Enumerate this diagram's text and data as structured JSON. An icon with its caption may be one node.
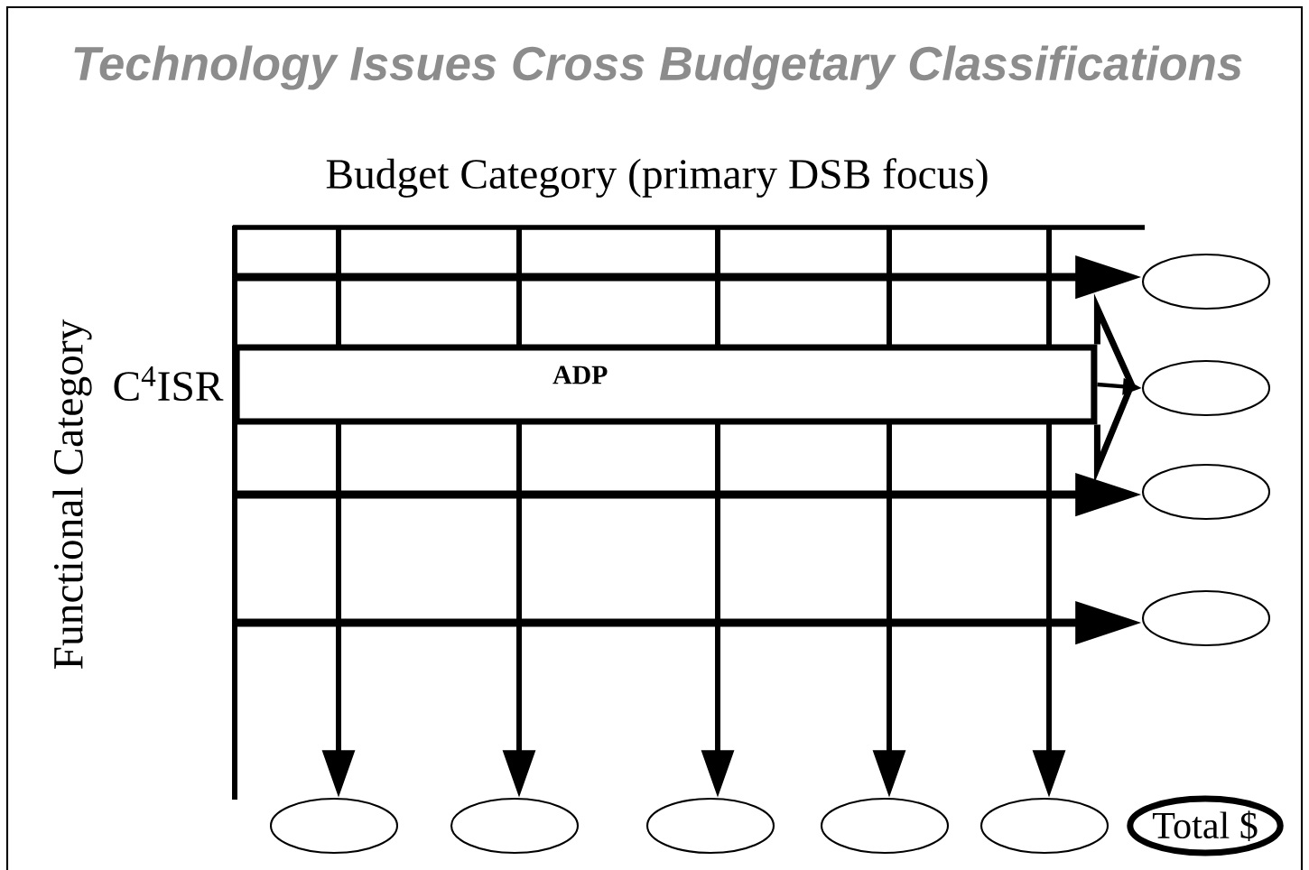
{
  "diagram": {
    "title": "Technology Issues Cross Budgetary Classifications",
    "nodes": [
      {
        "text": [],
        "shape": "ellipse"
      },
      {
        "text": [
          "ADP"
        ]
      },
      {
        "text": [],
        "shape": "ellipse"
      },
      {
        "text": [],
        "shape": "ellipse"
      },
      {
        "text": [],
        "shape": "ellipse"
      },
      {
        "text": [],
        "shape": "ellipse"
      },
      {
        "text": [],
        "shape": "ellipse"
      },
      {
        "text": [],
        "shape": "ellipse"
      },
      {
        "text": [],
        "shape": "ellipse"
      },
      {
        "text": [],
        "shape": "ellipse"
      },
      {
        "text": [
          "Total $"
        ]
      }
    ],
    "edges": [
      {
        "from": null,
        "to": 0,
        "arrow": "to"
      },
      {
        "from": 1,
        "to": 2,
        "arrow": "to"
      },
      {
        "from": null,
        "to": 3,
        "arrow": "to"
      },
      {
        "from": null,
        "to": 4,
        "arrow": "to"
      },
      {
        "from": null,
        "to": 5,
        "arrow": "to"
      },
      {
        "from": null,
        "to": 6,
        "arrow": "to"
      },
      {
        "from": null,
        "to": 7,
        "arrow": "to"
      },
      {
        "from": null,
        "to": 8,
        "arrow": "to"
      },
      {
        "from": null,
        "to": 9,
        "arrow": "to"
      }
    ],
    "labels": [
      "Budget Category (primary DSB focus)",
      "Functional Category",
      "C$^{4}$ISR"
    ]
  }
}
